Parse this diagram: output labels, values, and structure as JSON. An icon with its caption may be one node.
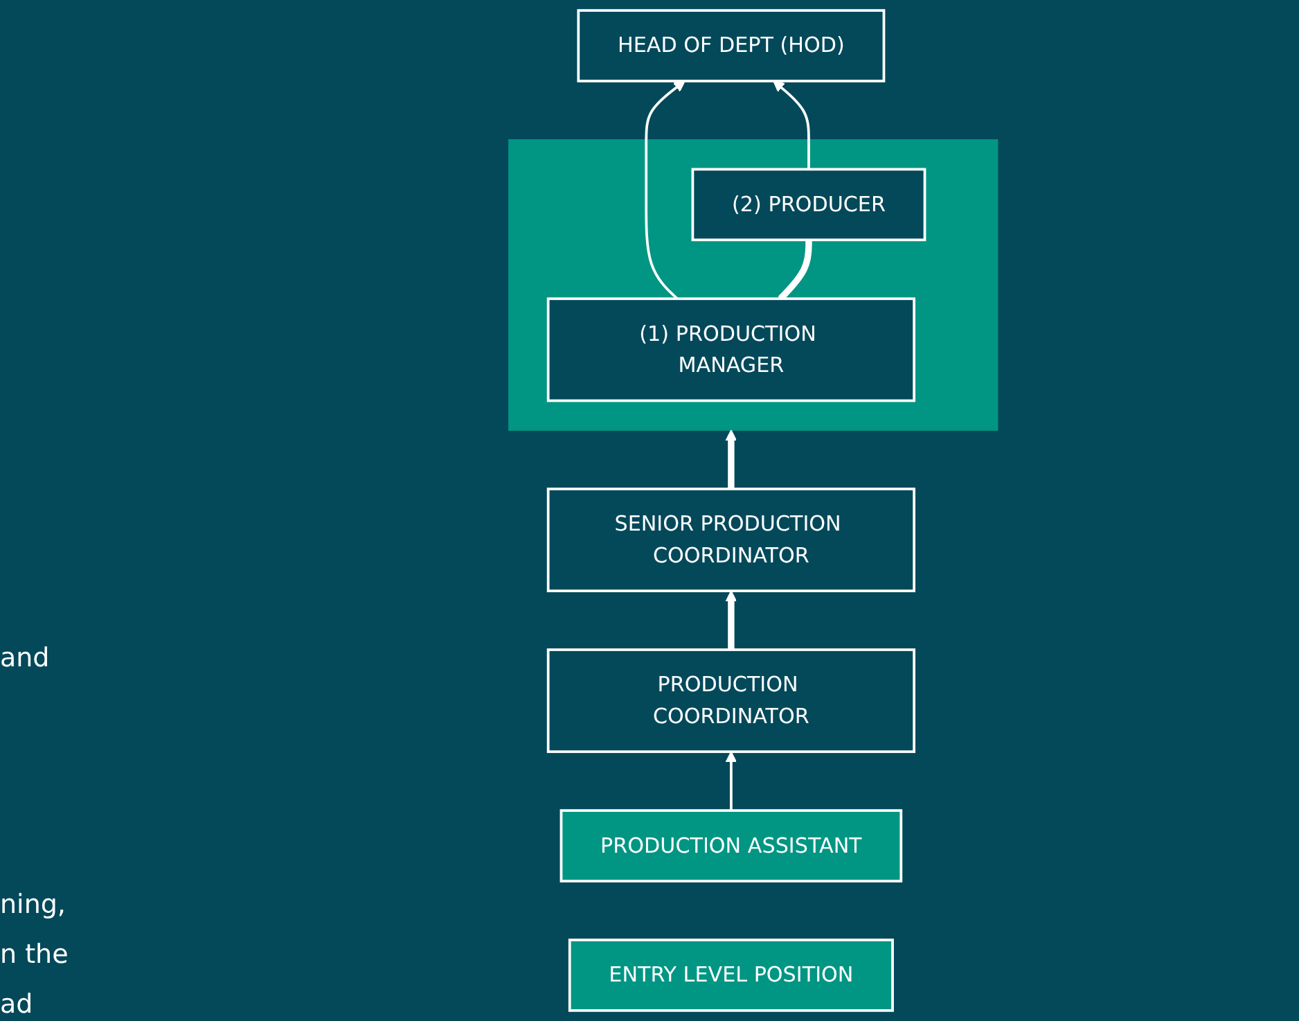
{
  "diagram": {
    "nodes": [
      {
        "text": [
          "HEAD OF DEPT (HOD)"
        ]
      },
      {
        "text": [],
        "shape": "box"
      },
      {
        "text": [
          "(1) PRODUCTION MANAGER"
        ],
        "in": 1
      },
      {
        "text": [
          "(2) PRODUCER"
        ],
        "in": 1
      },
      {
        "text": [
          "SENIOR PRODUCTION COORDINATOR"
        ]
      },
      {
        "text": [
          "PRODUCTION COORDINATOR"
        ]
      },
      {
        "text": [
          "PRODUCTION ASSISTANT"
        ]
      },
      {
        "text": [
          "ENTRY LEVEL POSITION"
        ]
      }
    ],
    "edges": [
      {
        "from": 2,
        "to": 0,
        "arrow": "to"
      },
      {
        "from": 3,
        "to": 0,
        "arrow": "to"
      },
      {
        "from": 2,
        "to": 3,
        "arrow": "none",
        "style": "thick"
      },
      {
        "from": 4,
        "to": 1,
        "arrow": "to",
        "style": "thick"
      },
      {
        "from": 5,
        "to": 4,
        "arrow": "to",
        "style": "thick"
      },
      {
        "from": 6,
        "to": 5,
        "arrow": "to"
      }
    ],
    "labels": [
      "and",
      "ning,",
      "n the",
      "ad"
    ]
  }
}
